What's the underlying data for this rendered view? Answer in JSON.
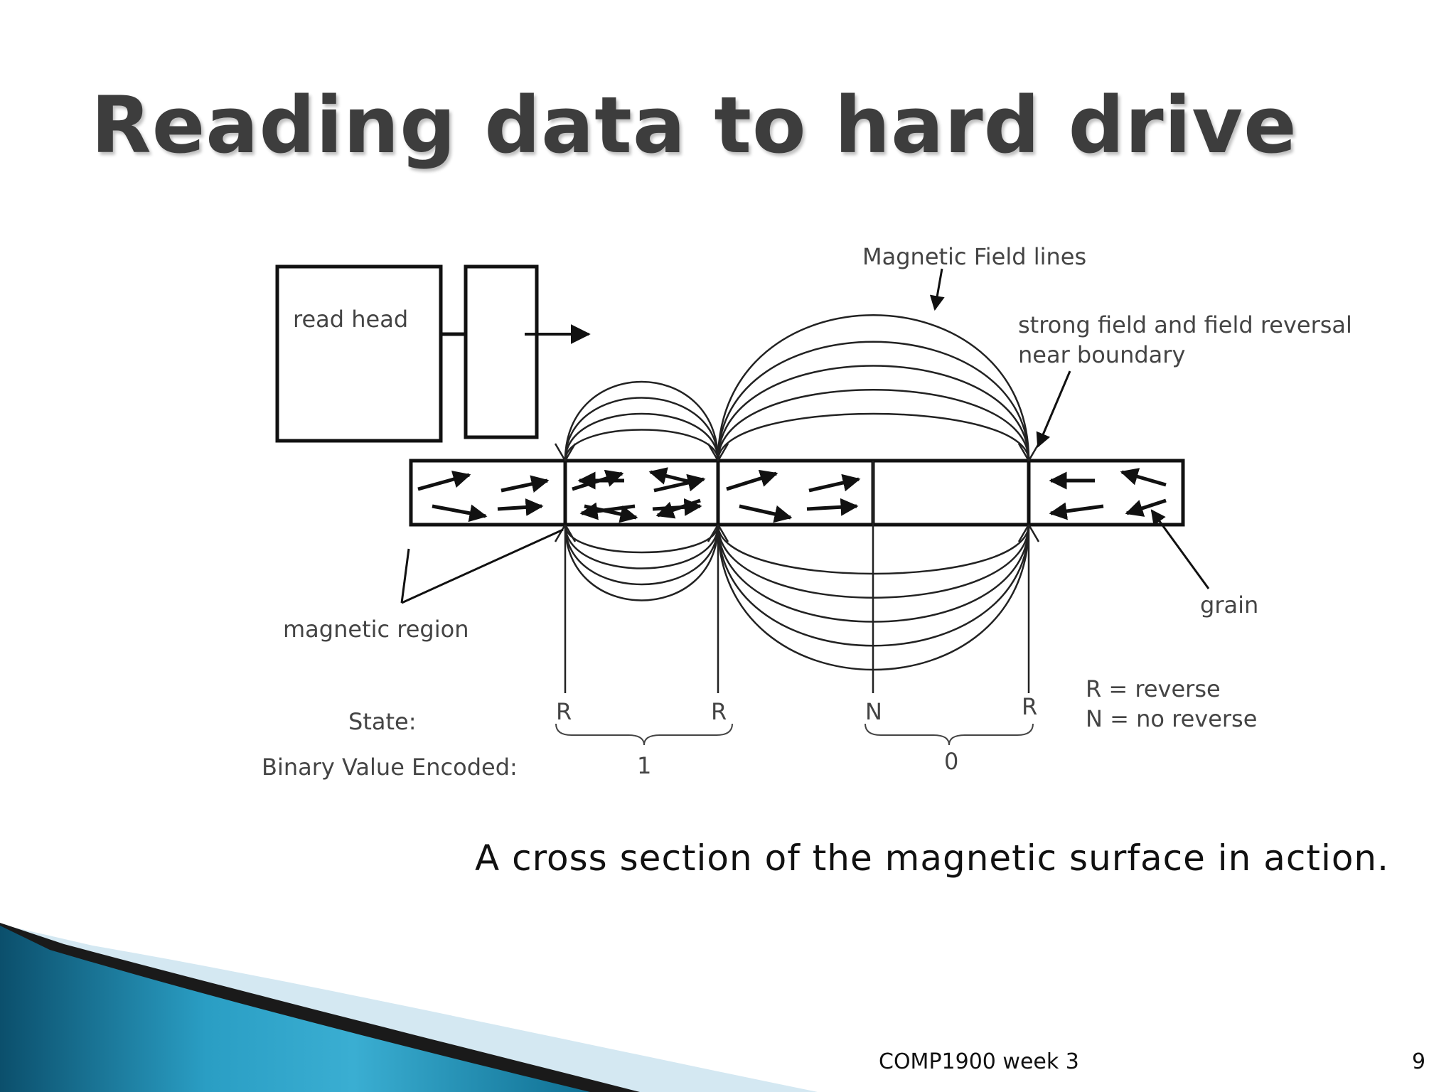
{
  "slide": {
    "title": "Reading data to hard drive",
    "caption": "A cross section of the magnetic surface in action.",
    "footer": "COMP1900 week 3",
    "page_number": "9"
  },
  "diagram": {
    "read_head_label": "read head",
    "field_lines_label": "Magnetic Field lines",
    "reversal_label_line1": "strong field and field reversal",
    "reversal_label_line2": "near boundary",
    "grain_label": "grain",
    "region_label": "magnetic region",
    "state_label": "State:",
    "binary_label": "Binary Value Encoded:",
    "states": [
      "R",
      "R",
      "N",
      "R"
    ],
    "bits": [
      "1",
      "0"
    ],
    "legend": [
      "R = reverse",
      "N = no reverse"
    ]
  },
  "colors": {
    "title": "#3d3d3d",
    "accent_dark": "#0b4f6c",
    "accent_mid": "#2a9ec4",
    "accent_light": "#d4e8f2"
  }
}
